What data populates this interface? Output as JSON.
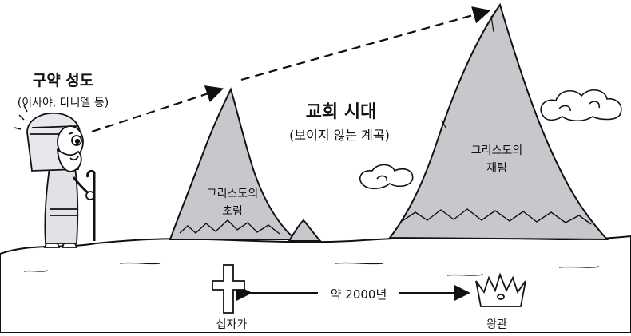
{
  "prophets": {
    "title": "구약 성도",
    "subtitle": "(이사야, 다니엘 등)"
  },
  "church_age": {
    "title": "교회 시대",
    "subtitle": "(보이지 않는 계곡)"
  },
  "first_coming": {
    "line1": "그리스도의",
    "line2": "초림"
  },
  "second_coming": {
    "line1": "그리스도의",
    "line2": "재림"
  },
  "timeline": {
    "span_label": "약 2000년",
    "start_label": "십자가",
    "end_label": "왕관"
  },
  "colors": {
    "mountain": "#c8c8cc",
    "ground": "#ffffff",
    "outline": "#111111"
  }
}
